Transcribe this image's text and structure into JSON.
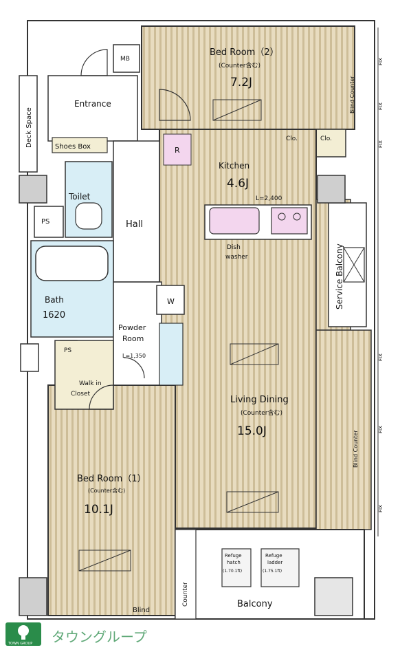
{
  "rooms": {
    "bedroom2": {
      "name": "Bed Room（2）",
      "note": "(Counter含む)",
      "size": "7.2J"
    },
    "entrance": {
      "name": "Entrance"
    },
    "shoes_box": {
      "name": "Shoes Box"
    },
    "mb": {
      "name": "MB"
    },
    "deck_space": {
      "name": "Deck Space"
    },
    "toilet": {
      "name": "Toilet"
    },
    "ps_upper": {
      "name": "PS"
    },
    "hall": {
      "name": "Hall"
    },
    "kitchen": {
      "name": "Kitchen",
      "size": "4.6J",
      "detail": "L=2,400"
    },
    "dish_washer": {
      "line1": "Dish",
      "line2": "washer"
    },
    "bath": {
      "name": "Bath",
      "size": "1620"
    },
    "washer": {
      "name": "W"
    },
    "powder_room": {
      "line1": "Powder",
      "line2": "Room",
      "detail": "L=1,350"
    },
    "ps_lower": {
      "name": "PS"
    },
    "walk_in_closet": {
      "line1": "Walk in",
      "line2": "Closet"
    },
    "living_dining": {
      "name": "Living Dining",
      "note": "(Counter含む)",
      "size": "15.0J"
    },
    "bedroom1": {
      "name": "Bed Room（1）",
      "note": "(Counter含む)",
      "size": "10.1J"
    },
    "service_balcony": {
      "name": "Service Balcony"
    },
    "balcony": {
      "name": "Balcony"
    },
    "counter": {
      "name": "Counter"
    },
    "blind": {
      "name": "Blind"
    },
    "clo1": {
      "name": "Clo."
    },
    "clo2": {
      "name": "Clo."
    },
    "refrigerator": {
      "name": "R"
    }
  },
  "annotations": {
    "blind_counter_upper": "Blind Counter",
    "blind_counter_lower": "Blind Counter",
    "fix": "FIX",
    "outdoor_unit_1": {
      "line1": "Refuge",
      "line2": "hatch",
      "line3": "(1.70.1ft)"
    },
    "outdoor_unit_2": {
      "line1": "Refuge",
      "line2": "ladder",
      "line3": "(1.75.1ft)"
    }
  },
  "brand": {
    "name": "タウングループ",
    "logo_caption": "TOWN GROUP"
  },
  "colors": {
    "wood_floor": "#e8dcc0",
    "wood_stripe": "#cdbd98",
    "tile_floor": "#f2f2f2",
    "bath_blue": "#d8eef6",
    "kitchen_pink": "#f3d6ee",
    "wall": "#333333",
    "brand_green": "#2a8c4a"
  }
}
